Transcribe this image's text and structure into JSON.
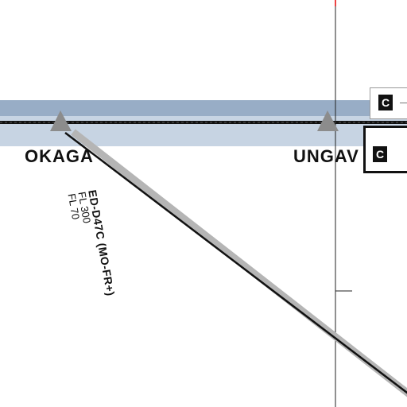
{
  "map": {
    "colors": {
      "airway_band_dark": "#98adc6",
      "airway_band_light": "#c7d4e3",
      "route_line": "#111111",
      "boundary_shade": "#b5b5b5",
      "waypoint_marker": "#8c8c8c",
      "meridian": "#222222"
    },
    "waypoints": [
      {
        "id": "okaga",
        "label": "OKAGA",
        "symbol": "triangle"
      },
      {
        "id": "ungav",
        "label": "UNGAV",
        "symbol": "triangle"
      }
    ],
    "restricted_area": {
      "name": "ED-D47C (MO-FR+)",
      "upper_limit": "FL 300",
      "lower_limit": "FL 70"
    },
    "boxes": [
      {
        "id": "upper",
        "badge": "C"
      },
      {
        "id": "lower",
        "badge": "C"
      }
    ]
  }
}
